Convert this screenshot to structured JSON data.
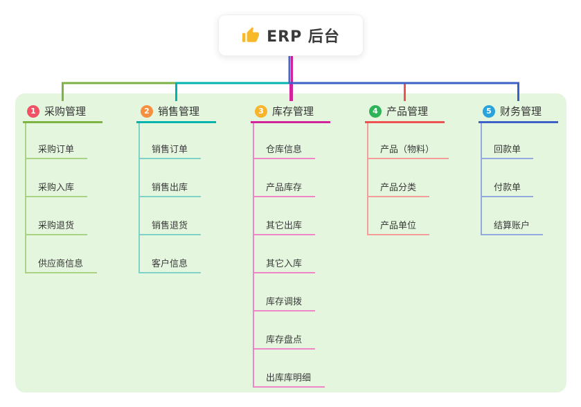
{
  "root": {
    "label": "ERP 后台",
    "icon": "thumbs-up-icon"
  },
  "canvas": {
    "page_background": "#ffffff",
    "panel_background": "#e4f6de",
    "trunk_color": "#4f63c5",
    "thumb_color": "#f7b928"
  },
  "branches": [
    {
      "num": "1",
      "label": "采购管理",
      "line_color": "#7cb342",
      "sub_line_color": "#a9d283",
      "badge_color": "#f05366",
      "children": [
        "采购订单",
        "采购入库",
        "采购退货",
        "供应商信息"
      ]
    },
    {
      "num": "2",
      "label": "销售管理",
      "line_color": "#00b3ac",
      "sub_line_color": "#7fd2c8",
      "badge_color": "#f78f40",
      "children": [
        "销售订单",
        "销售出库",
        "销售退货",
        "客户信息"
      ]
    },
    {
      "num": "3",
      "label": "库存管理",
      "line_color": "#d3239c",
      "sub_line_color": "#ee86c6",
      "badge_color": "#f7b42c",
      "children": [
        "仓库信息",
        "产品库存",
        "其它出库",
        "其它入库",
        "库存调拨",
        "库存盘点",
        "出库库明细"
      ]
    },
    {
      "num": "4",
      "label": "产品管理",
      "line_color": "#f05251",
      "sub_line_color": "#f49e9b",
      "badge_color": "#2eb458",
      "children": [
        "产品（物料）",
        "产品分类",
        "产品单位"
      ]
    },
    {
      "num": "5",
      "label": "财务管理",
      "line_color": "#3c60c6",
      "sub_line_color": "#93a9de",
      "badge_color": "#29a3dd",
      "children": [
        "回款单",
        "付款单",
        "结算账户"
      ]
    }
  ]
}
